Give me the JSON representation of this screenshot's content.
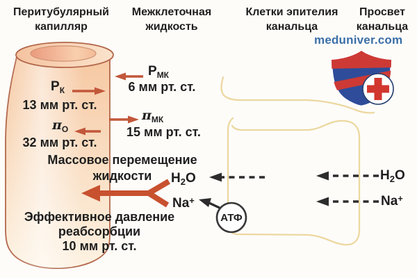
{
  "figure": {
    "type": "medical-diagram",
    "topic": "Reabsorption of fluid from tubule lumen into peritubular capillary",
    "language": "ru"
  },
  "colors": {
    "ink": "#1e1e1e",
    "accent": "#c2573a",
    "accent-strong": "#c8512f",
    "membrane": "#ecd8a0",
    "dash": "#2c2c2c",
    "watermark": "#3a6fa8",
    "outline": "#b2674a",
    "capillary-fill-top": "#f6c8a2",
    "capillary-fill-bottom": "#fdf2e2",
    "capillary-lumen": "#eb9a7e",
    "shield-blue": "#2e4c99",
    "shield-red": "#cd3a35"
  },
  "headers": [
    {
      "line1": "Перитубулярный",
      "line2": "капилляр"
    },
    {
      "line1": "Межклеточная",
      "line2": "жидкость"
    },
    {
      "line1": "Клетки эпителия",
      "line2": "канальца"
    },
    {
      "line1": "Просвет",
      "line2": "канальца"
    }
  ],
  "watermark": "meduniver.com",
  "pressures": {
    "pk": {
      "symbol": "Р",
      "subscript": "К",
      "value": "13 мм рт. ст.",
      "arrow_direction": "out-of-capillary"
    },
    "pmk": {
      "symbol": "Р",
      "subscript": "МК",
      "value": "6 мм рт. ст.",
      "arrow_direction": "into-capillary"
    },
    "pimk": {
      "symbol": "π",
      "subscript": "МК",
      "value": "15 мм рт. ст.",
      "arrow_direction": "out-of-capillary"
    },
    "pio": {
      "symbol": "π",
      "subscript": "О",
      "value": "32 мм рт. ст.",
      "arrow_direction": "into-capillary"
    }
  },
  "bulk_flow": {
    "line1": "Массовое перемещение",
    "line2": "жидкости"
  },
  "effective_pressure": {
    "line1": "Эффективное давление",
    "line2": "реабсорбции",
    "line3": "10 мм рт. ст."
  },
  "molecules": {
    "h2o": {
      "pre": "H",
      "sub": "2",
      "post": "O"
    },
    "na": {
      "base": "Na",
      "sup": "+"
    }
  },
  "atp_label": "АТФ"
}
